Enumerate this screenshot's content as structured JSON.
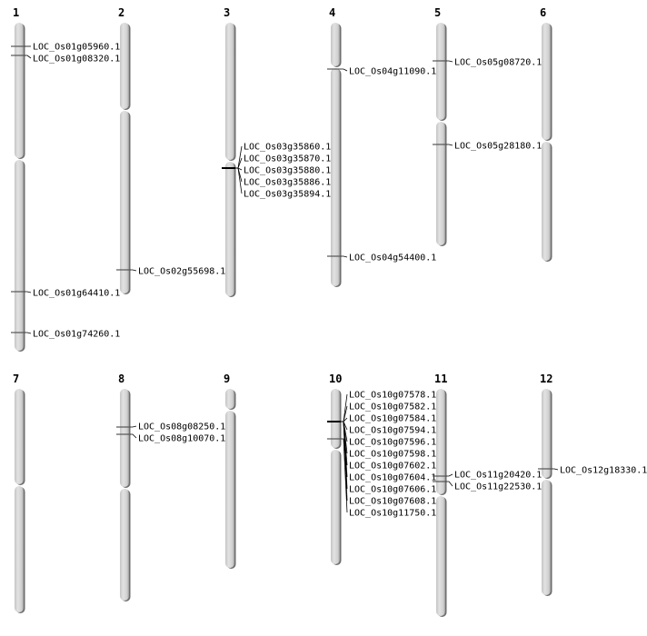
{
  "colors": {
    "chromosome_fill": "#d4d4d4",
    "chromosome_shadow": "#6e6e6e",
    "marker": "#555555",
    "line": "#000000"
  },
  "chromosomes": [
    {
      "name": "1",
      "genes": [
        "LOC_Os01g05960.1",
        "LOC_Os01g08320.1",
        "LOC_Os01g64410.1",
        "LOC_Os01g74260.1"
      ]
    },
    {
      "name": "2",
      "genes": [
        "LOC_Os02g55698.1"
      ]
    },
    {
      "name": "3",
      "genes": [
        "LOC_Os03g35860.1",
        "LOC_Os03g35870.1",
        "LOC_Os03g35880.1",
        "LOC_Os03g35886.1",
        "LOC_Os03g35894.1"
      ]
    },
    {
      "name": "4",
      "genes": [
        "LOC_Os04g11090.1",
        "LOC_Os04g54400.1"
      ]
    },
    {
      "name": "5",
      "genes": [
        "LOC_Os05g08720.1",
        "LOC_Os05g28180.1"
      ]
    },
    {
      "name": "6",
      "genes": []
    },
    {
      "name": "7",
      "genes": []
    },
    {
      "name": "8",
      "genes": [
        "LOC_Os08g08250.1",
        "LOC_Os08g10070.1"
      ]
    },
    {
      "name": "9",
      "genes": []
    },
    {
      "name": "10",
      "genes": [
        "LOC_Os10g07578.1",
        "LOC_Os10g07582.1",
        "LOC_Os10g07584.1",
        "LOC_Os10g07594.1",
        "LOC_Os10g07596.1",
        "LOC_Os10g07598.1",
        "LOC_Os10g07602.1",
        "LOC_Os10g07604.1",
        "LOC_Os10g07606.1",
        "LOC_Os10g07608.1",
        "LOC_Os10g11750.1"
      ]
    },
    {
      "name": "11",
      "genes": [
        "LOC_Os11g20420.1",
        "LOC_Os11g22530.1"
      ]
    },
    {
      "name": "12",
      "genes": [
        "LOC_Os12g18330.1"
      ]
    }
  ]
}
